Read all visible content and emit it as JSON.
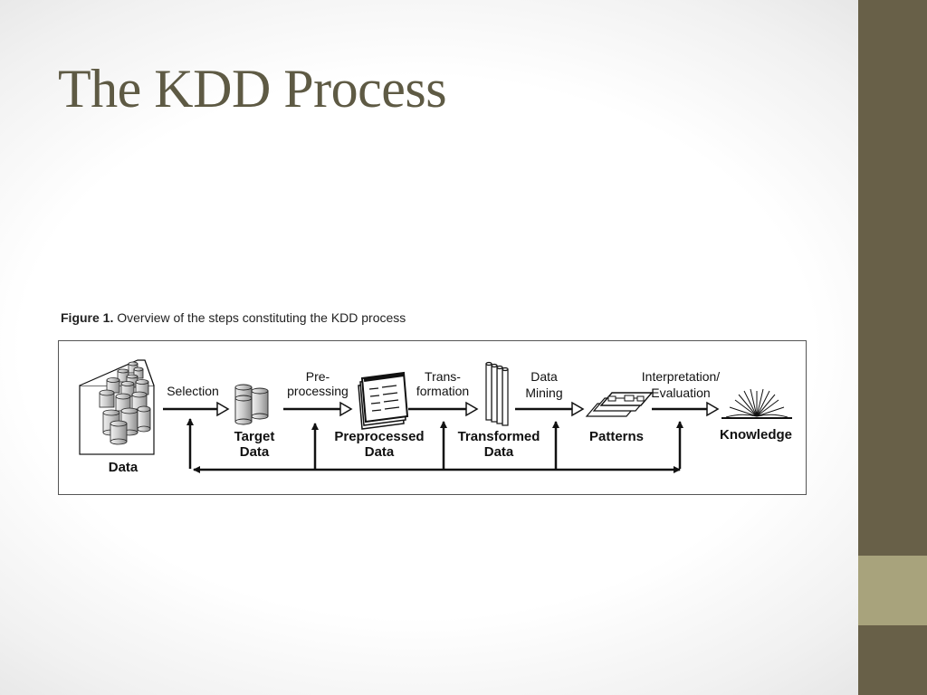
{
  "slide": {
    "title": "The KDD Process"
  },
  "figure": {
    "caption_label": "Figure 1.",
    "caption_text": " Overview of the steps constituting the KDD process"
  },
  "stages": {
    "data": "Data",
    "target_data_1": "Target",
    "target_data_2": "Data",
    "preprocessed_data_1": "Preprocessed",
    "preprocessed_data_2": "Data",
    "transformed_data_1": "Transformed",
    "transformed_data_2": "Data",
    "patterns": "Patterns",
    "knowledge": "Knowledge"
  },
  "steps": {
    "selection": "Selection",
    "preprocessing_1": "Pre-",
    "preprocessing_2": "processing",
    "transformation_1": "Trans-",
    "transformation_2": "formation",
    "data_mining_1": "Data",
    "data_mining_2": "Mining",
    "interpretation_1": "Interpretation/",
    "interpretation_2": "Evaluation"
  },
  "colors": {
    "sidebar": "#686048",
    "sidebar_accent": "#a8a37c",
    "title": "#5e5a44"
  }
}
